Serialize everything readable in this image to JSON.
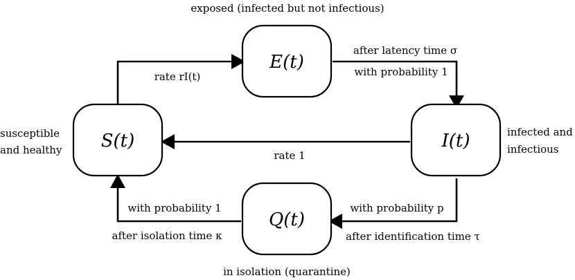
{
  "nodes": {
    "E": {
      "label": "E(t)",
      "caption": "exposed (infected but not infectious)"
    },
    "I": {
      "label": "I(t)",
      "caption_lines": [
        "infected and",
        "infectious"
      ]
    },
    "S": {
      "label": "S(t)",
      "caption_lines": [
        "susceptible",
        "and healthy"
      ]
    },
    "Q": {
      "label": "Q(t)",
      "caption": "in isolation (quarantine)"
    }
  },
  "edges": {
    "s_to_e": {
      "label": "rate  rI(t)"
    },
    "e_to_i": {
      "line1": "after latency time σ",
      "line2": "with probability 1"
    },
    "i_to_s": {
      "label": "rate  1"
    },
    "i_to_q": {
      "line1": "with probability p",
      "line2": "after identification time τ"
    },
    "q_to_s": {
      "line1": "with probability 1",
      "line2": "after isolation time κ"
    }
  }
}
